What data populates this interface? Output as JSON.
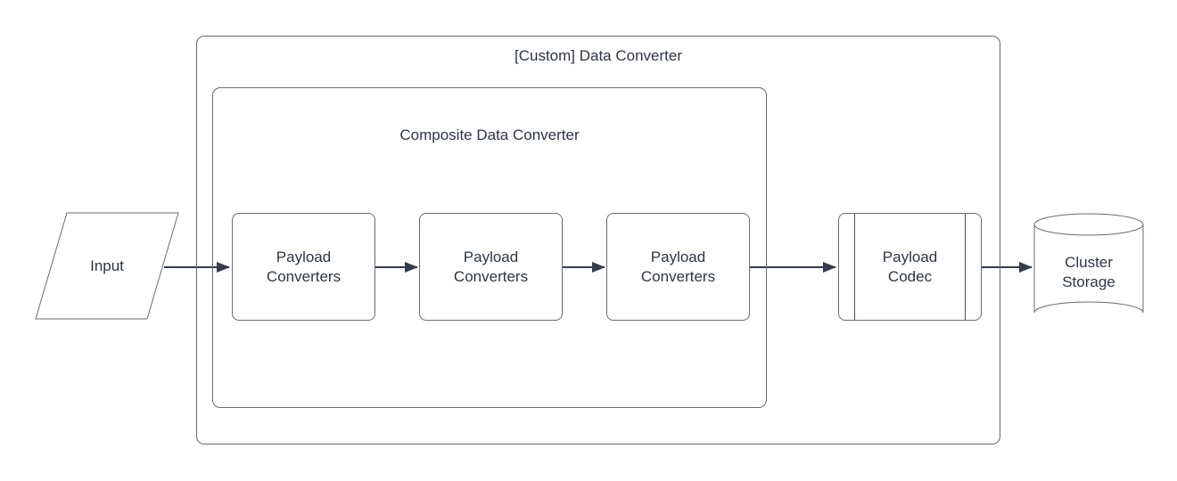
{
  "colors": {
    "background": "#ffffff",
    "shape_stroke": "#646b78",
    "arrow": "#333c4a",
    "text": "#2e3643"
  },
  "groups": {
    "outer": {
      "title": "[Custom] Data Converter"
    },
    "inner": {
      "title": "Composite Data Converter"
    }
  },
  "nodes": {
    "input": {
      "label": "Input",
      "shape": "parallelogram"
    },
    "payload_converters": [
      {
        "label": "Payload Converters",
        "shape": "rounded-rectangle"
      },
      {
        "label": "Payload Converters",
        "shape": "rounded-rectangle"
      },
      {
        "label": "Payload Converters",
        "shape": "rounded-rectangle"
      }
    ],
    "payload_codec": {
      "label": "Payload Codec",
      "shape": "predefined-process"
    },
    "cluster_storage": {
      "label": "Cluster Storage",
      "shape": "cylinder"
    }
  },
  "edges": [
    {
      "from": "input",
      "to": "payload-converters-1"
    },
    {
      "from": "payload-converters-1",
      "to": "payload-converters-2"
    },
    {
      "from": "payload-converters-2",
      "to": "payload-converters-3"
    },
    {
      "from": "payload-converters-3",
      "to": "payload-codec"
    },
    {
      "from": "payload-codec",
      "to": "cluster-storage"
    }
  ]
}
